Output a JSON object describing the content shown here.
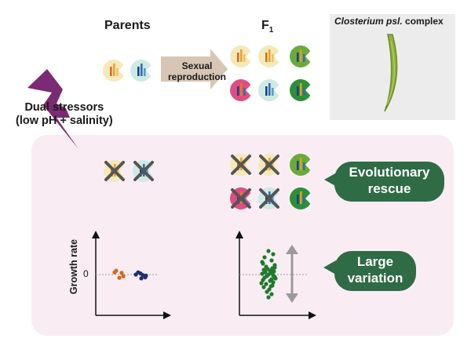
{
  "labels": {
    "parents": "Parents",
    "f1_main": "F",
    "f1_sub": "1",
    "sexual_line1": "Sexual",
    "sexual_line2": "reproduction",
    "stressor_line1": "Dual stressors",
    "stressor_line2": "(low pH + salinity)",
    "micrograph_caption_italic": "Closterium psl.",
    "micrograph_caption_rest": " complex",
    "growth_rate": "Growth rate",
    "zero_tick": "0",
    "evolutionary_line1": "Evolutionary",
    "evolutionary_line2": "rescue",
    "large_line1": "Large",
    "large_line2": "variation"
  },
  "colors": {
    "panel_bg": "#f9edf3",
    "pill_green": "#2f6b45",
    "lightning": "#7b2b73",
    "arrow_beige": "#d8c6b4",
    "cross": "#555555",
    "axis": "#111111",
    "scatter_green": "#1e7a2c",
    "scatter_orange": "#d2691e",
    "scatter_blue": "#1f2f6e",
    "cell_cream": "#f4e9b8",
    "cell_teal": "#cfe9e3",
    "cell_pink": "#e04c83",
    "cell_green": "#6aaa3b",
    "cell_green_dark": "#2e8f3a"
  },
  "icons": [
    "lightning-bolt-icon",
    "reproduction-arrow-icon",
    "cross-icon",
    "double-arrow-icon"
  ],
  "cells": {
    "parents": [
      "cream",
      "teal"
    ],
    "f1_top": [
      "cream",
      "cream",
      "green"
    ],
    "f1_bottom": [
      "pink",
      "teal",
      "green-dark"
    ],
    "stress_parents": [
      "cream",
      "teal"
    ],
    "stress_f1_top": [
      "cream",
      "cream",
      "green"
    ],
    "stress_f1_bottom": [
      "pink",
      "teal",
      "green-dark"
    ],
    "survivors": [
      "stress_f1_top.2",
      "stress_f1_bottom.2"
    ]
  },
  "chart_data": [
    {
      "type": "scatter",
      "ylabel": "Growth rate",
      "reference_line": 0,
      "series": [
        {
          "color": "orange",
          "values": [
            0.35,
            0.15,
            -0.15,
            0.2,
            -0.3
          ]
        },
        {
          "color": "blue",
          "values": [
            0.2,
            -0.05,
            0.1,
            -0.25,
            0.0,
            -0.35,
            -0.1
          ]
        }
      ]
    },
    {
      "type": "scatter",
      "reference_line": 0,
      "series": [
        {
          "color": "green",
          "values": [
            1.5,
            1.3,
            1.1,
            0.9,
            0.7,
            0.6,
            0.5,
            0.4,
            0.3,
            0.25,
            0.2,
            0.15,
            0.1,
            0.05,
            0.0,
            -0.05,
            -0.1,
            -0.15,
            -0.2,
            -0.3,
            -0.35,
            -0.4,
            -0.5,
            -0.6,
            -0.7,
            -0.8,
            -0.95,
            -1.1,
            -1.25,
            -1.45,
            0.8,
            0.45,
            -0.25,
            -0.55,
            0.35,
            -0.75
          ]
        }
      ]
    }
  ]
}
